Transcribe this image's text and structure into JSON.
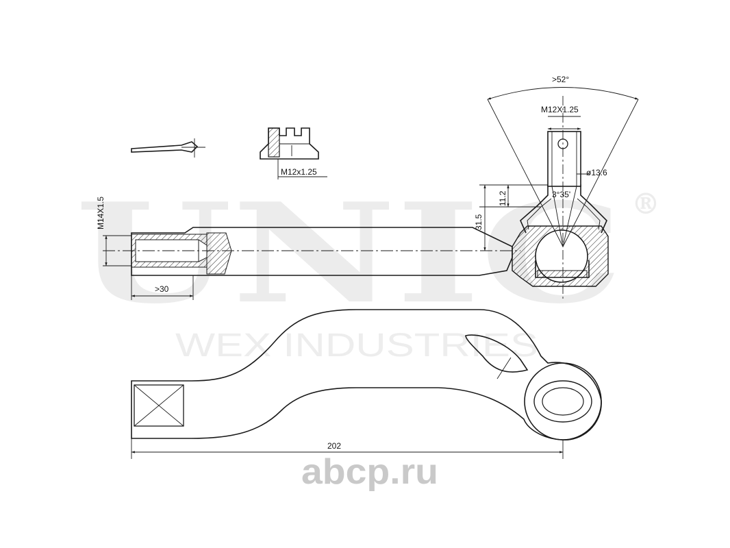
{
  "watermark": {
    "logo_text": "UNIC",
    "registered_mark": "®",
    "company": "WEX INDUSTRIES",
    "site": "abcp.ru"
  },
  "dimensions": {
    "angle": ">52°",
    "stud_thread": "M12X1.25",
    "nut_thread": "M12x1.25",
    "ball_diameter": "ø13.6",
    "height_11": "11.2",
    "taper_angle": "3°35'",
    "height_31": "31.5",
    "rod_thread": "M14X1.5",
    "thread_length": ">30",
    "overall_length": "202"
  }
}
